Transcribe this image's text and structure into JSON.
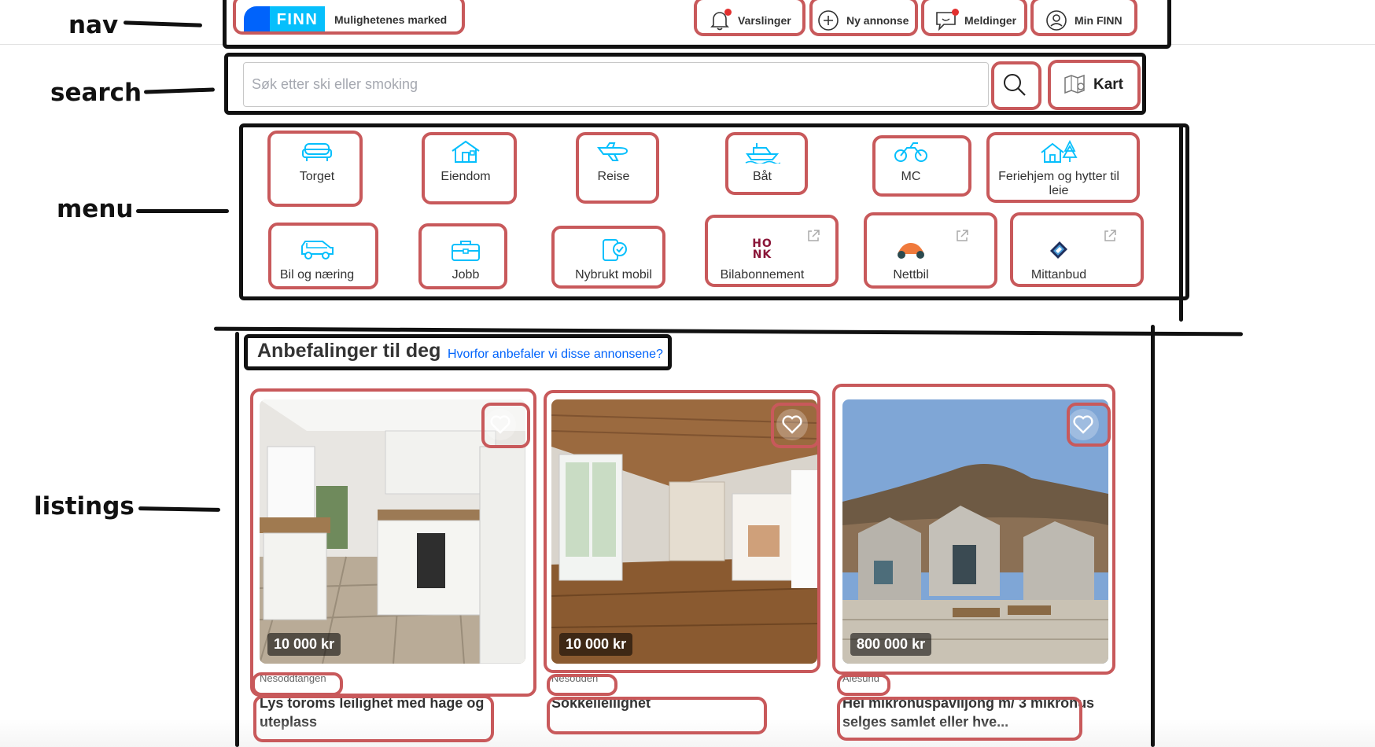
{
  "annotations": {
    "nav": "nav",
    "search": "search",
    "menu": "menu",
    "listings": "listings"
  },
  "nav": {
    "brand": "FINN",
    "tagline": "Mulighetenes marked",
    "items": [
      {
        "label": "Varslinger",
        "icon": "bell-icon"
      },
      {
        "label": "Ny annonse",
        "icon": "plus-circle-icon"
      },
      {
        "label": "Meldinger",
        "icon": "chat-icon"
      },
      {
        "label": "Min FINN",
        "icon": "user-circle-icon"
      }
    ]
  },
  "search": {
    "placeholder": "Søk etter ski eller smoking",
    "map_label": "Kart"
  },
  "categories": [
    {
      "label": "Torget",
      "icon": "sofa-icon"
    },
    {
      "label": "Eiendom",
      "icon": "house-icon"
    },
    {
      "label": "Reise",
      "icon": "plane-icon"
    },
    {
      "label": "Båt",
      "icon": "boat-icon"
    },
    {
      "label": "MC",
      "icon": "motorcycle-icon"
    },
    {
      "label": "Feriehjem og hytter til leie",
      "icon": "cabin-icon"
    },
    {
      "label": "Bil og næring",
      "icon": "car-icon"
    },
    {
      "label": "Jobb",
      "icon": "briefcase-icon"
    },
    {
      "label": "Nybrukt mobil",
      "icon": "phone-check-icon"
    },
    {
      "label": "Bilabonnement",
      "icon": "honk-logo",
      "logo_text": "HONK"
    },
    {
      "label": "Nettbil",
      "icon": "nettbil-logo"
    },
    {
      "label": "Mittanbud",
      "icon": "mittanbud-logo"
    }
  ],
  "recommendations": {
    "title": "Anbefalinger til deg",
    "why_link": "Hvorfor anbefaler vi disse annonsene?",
    "listings": [
      {
        "price": "10 000 kr",
        "location": "Nesoddtangen",
        "title": "Lys toroms leilighet med hage og uteplass",
        "image": "kitchen photo"
      },
      {
        "price": "10 000 kr",
        "location": "Nesodden",
        "title": "Sokkelleilighet",
        "image": "living room photo"
      },
      {
        "price": "800 000 kr",
        "location": "Ålesund",
        "title": "Hel mikrohuspaviljong m/ 3 mikrohus selges samlet eller hve...",
        "image": "micro houses photo"
      }
    ]
  },
  "colors": {
    "finn_blue": "#0063fb",
    "finn_light_blue": "#06bffc",
    "icon_blue": "#06bffc",
    "link": "#0063fb",
    "annotation_red": "#c8595b",
    "badge_red": "#e2302f"
  }
}
